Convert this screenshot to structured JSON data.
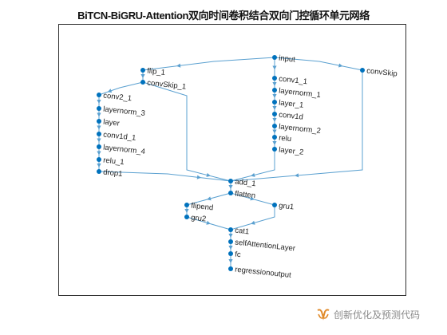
{
  "title": "BiTCN-BiGRU-Attention双向时间卷积结合双向门控循环单元网络",
  "watermark": {
    "text": "创新优化及预测代码",
    "icon": "wechat-channel-logo-icon"
  },
  "colors": {
    "node": "#0072bd",
    "edge": "#5aa0d0",
    "label": "#222222",
    "frame": "#303030"
  },
  "graph": {
    "nodes": [
      {
        "id": "input",
        "label": "input"
      },
      {
        "id": "flip_1",
        "label": "flip_1"
      },
      {
        "id": "convSkip_1",
        "label": "convSkip_1"
      },
      {
        "id": "conv1_1",
        "label": "conv1_1"
      },
      {
        "id": "layernorm_1",
        "label": "layernorm_1"
      },
      {
        "id": "layer_1",
        "label": "layer_1"
      },
      {
        "id": "conv1d",
        "label": "conv1d"
      },
      {
        "id": "layernorm_2",
        "label": "layernorm_2"
      },
      {
        "id": "relu",
        "label": "relu"
      },
      {
        "id": "layer_2",
        "label": "layer_2"
      },
      {
        "id": "convSkip",
        "label": "convSkip"
      },
      {
        "id": "conv2_1",
        "label": "conv2_1"
      },
      {
        "id": "layernorm_3",
        "label": "layernorm_3"
      },
      {
        "id": "layer",
        "label": "layer"
      },
      {
        "id": "conv1d_1",
        "label": "conv1d_1"
      },
      {
        "id": "layernorm_4",
        "label": "layernorm_4"
      },
      {
        "id": "relu_1",
        "label": "relu_1"
      },
      {
        "id": "drop1",
        "label": "drop1"
      },
      {
        "id": "add_1",
        "label": "add_1"
      },
      {
        "id": "flatten",
        "label": "flatten"
      },
      {
        "id": "flipend",
        "label": "flipend"
      },
      {
        "id": "gru2",
        "label": "gru2"
      },
      {
        "id": "gru1",
        "label": "gru1"
      },
      {
        "id": "cat1",
        "label": "cat1"
      },
      {
        "id": "selfAttentionLayer",
        "label": "selfAttentionLayer"
      },
      {
        "id": "fc",
        "label": "fc"
      },
      {
        "id": "regressionoutput",
        "label": "regressionoutput"
      }
    ],
    "edges": [
      [
        "input",
        "flip_1"
      ],
      [
        "input",
        "conv1_1"
      ],
      [
        "input",
        "convSkip"
      ],
      [
        "flip_1",
        "convSkip_1"
      ],
      [
        "convSkip_1",
        "conv2_1"
      ],
      [
        "convSkip_1",
        "add_1"
      ],
      [
        "conv1_1",
        "layernorm_1"
      ],
      [
        "layernorm_1",
        "layer_1"
      ],
      [
        "layer_1",
        "conv1d"
      ],
      [
        "conv1d",
        "layernorm_2"
      ],
      [
        "layernorm_2",
        "relu"
      ],
      [
        "relu",
        "layer_2"
      ],
      [
        "layer_2",
        "add_1"
      ],
      [
        "convSkip",
        "add_1"
      ],
      [
        "conv2_1",
        "layernorm_3"
      ],
      [
        "layernorm_3",
        "layer"
      ],
      [
        "layer",
        "conv1d_1"
      ],
      [
        "conv1d_1",
        "layernorm_4"
      ],
      [
        "layernorm_4",
        "relu_1"
      ],
      [
        "relu_1",
        "drop1"
      ],
      [
        "drop1",
        "add_1"
      ],
      [
        "add_1",
        "flatten"
      ],
      [
        "flatten",
        "flipend"
      ],
      [
        "flatten",
        "gru1"
      ],
      [
        "flipend",
        "gru2"
      ],
      [
        "gru2",
        "cat1"
      ],
      [
        "gru1",
        "cat1"
      ],
      [
        "cat1",
        "selfAttentionLayer"
      ],
      [
        "selfAttentionLayer",
        "fc"
      ],
      [
        "fc",
        "regressionoutput"
      ]
    ]
  }
}
